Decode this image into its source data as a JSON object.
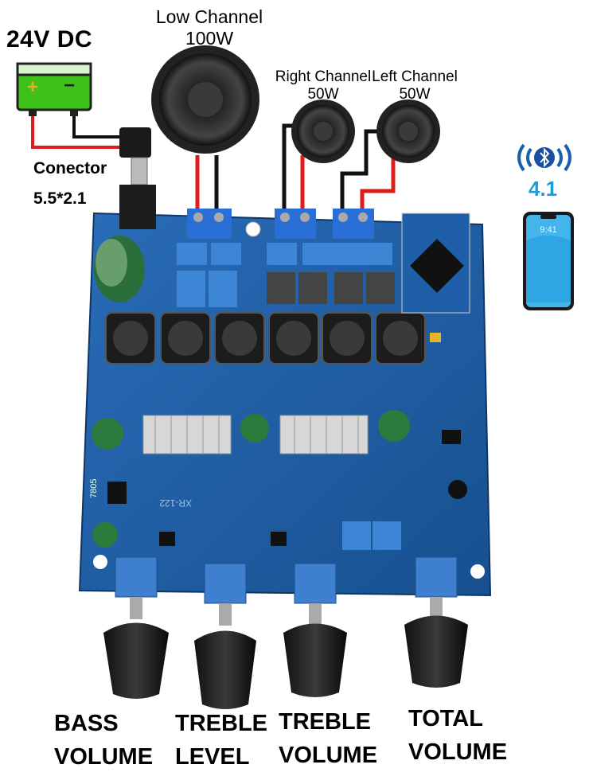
{
  "power": {
    "label": "24V DC",
    "plus": "+",
    "minus": "−",
    "connector_label": "Conector",
    "connector_size": "5.5*2.1"
  },
  "speakers": [
    {
      "name": "Low Channel",
      "power": "100W"
    },
    {
      "name": "Right Channel",
      "power": "50W"
    },
    {
      "name": "Left Channel",
      "power": "50W"
    }
  ],
  "bluetooth": {
    "version": "4.1",
    "phone_time": "9:41"
  },
  "board": {
    "model": "XR-122",
    "regulator": "7805"
  },
  "knobs": [
    {
      "line1": "BASS",
      "line2": "VOLUME"
    },
    {
      "line1": "TREBLE",
      "line2": "LEVEL"
    },
    {
      "line1": "TREBLE",
      "line2": "VOLUME"
    },
    {
      "line1": "TOTAL",
      "line2": "VOLUME"
    }
  ],
  "colors": {
    "board": "#1f5fa8",
    "terminal": "#2a6fd6",
    "battery": "#3ec21a",
    "bluetooth": "#1a9de0",
    "wire_red": "#e01b1b"
  }
}
